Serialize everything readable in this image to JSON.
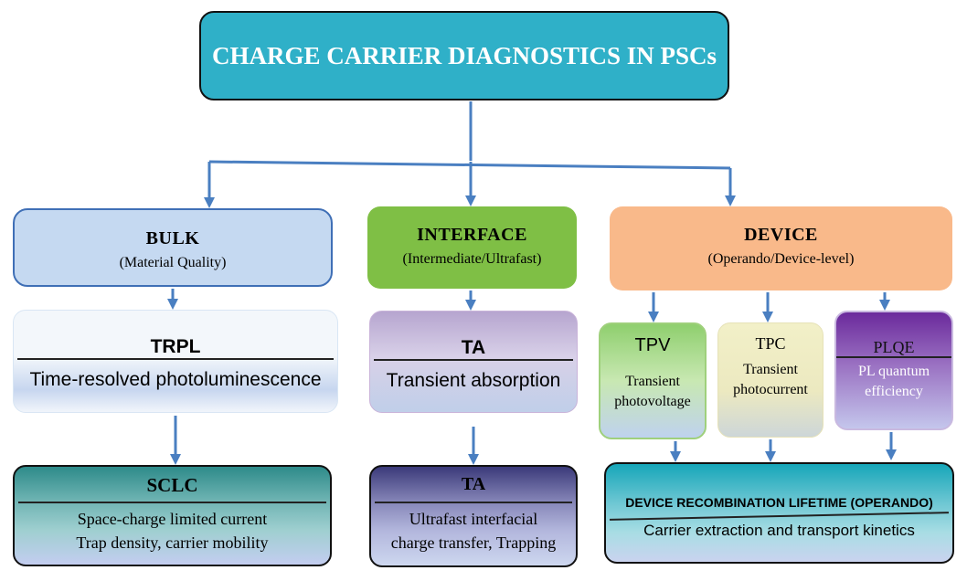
{
  "root": {
    "title": "CHARGE CARRIER DIAGNOSTICS IN PSCs"
  },
  "categories": {
    "bulk": {
      "title": "BULK",
      "subtitle": "(Material Quality)"
    },
    "interface": {
      "title": "INTERFACE",
      "subtitle": "(Intermediate/Ultrafast)"
    },
    "device": {
      "title": "DEVICE",
      "subtitle": "(Operando/Device-level)"
    }
  },
  "techniques": {
    "trpl": {
      "title": "TRPL",
      "desc": "Time-resolved photoluminescence"
    },
    "ta": {
      "title": "TA",
      "desc": "Transient absorption"
    },
    "tpv": {
      "title": "TPV",
      "desc_line1": "Transient",
      "desc_line2": "photovoltage"
    },
    "tpc": {
      "title": "TPC",
      "desc_line1": "Transient",
      "desc_line2": "photocurrent"
    },
    "plqe": {
      "title": "PLQE",
      "desc_line1": "PL quantum",
      "desc_line2": "efficiency"
    }
  },
  "outcomes": {
    "sclc": {
      "title": "SCLC",
      "line1": "Space-charge limited current",
      "line2": "Trap density, carrier mobility"
    },
    "ta": {
      "title": "TA",
      "line1": "Ultrafast interfacial",
      "line2": "charge transfer, Trapping"
    },
    "device": {
      "title": "DEVICE RECOMBINATION LIFETIME (OPERANDO)",
      "line1": "Carrier extraction and transport kinetics"
    }
  },
  "colors": {
    "root": "#2fb0c8",
    "bulk": "#c5d9f1",
    "interface": "#7fbf45",
    "device": "#f9b98a",
    "arrow": "#4a7fc1"
  }
}
